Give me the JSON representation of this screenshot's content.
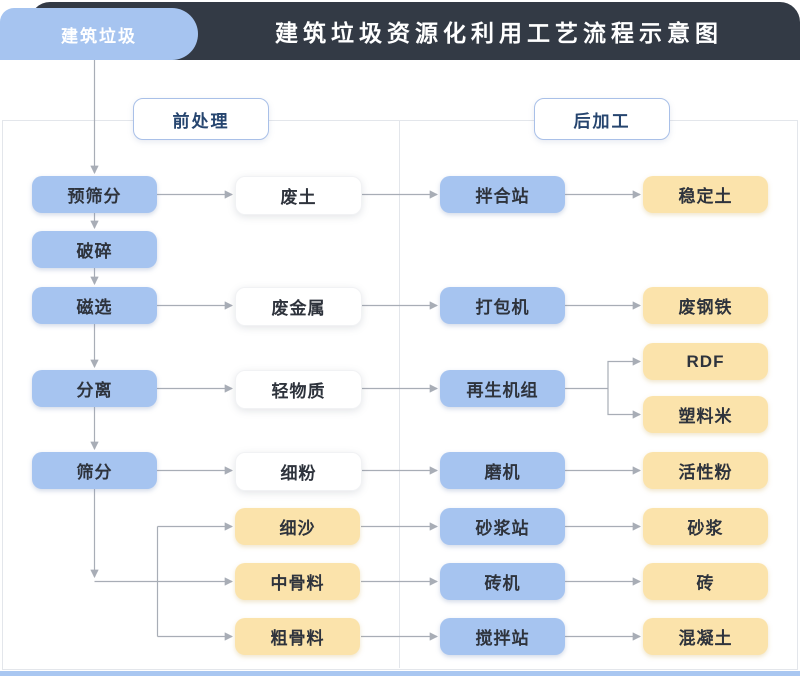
{
  "header": {
    "tab": "建筑垃圾",
    "title": "建筑垃圾资源化利用工艺流程示意图"
  },
  "sections": {
    "pre": "前处理",
    "post": "后加工"
  },
  "nodes": {
    "pre_screen": "预筛分",
    "crush": "破碎",
    "magnetic": "磁选",
    "separate": "分离",
    "screen": "筛分",
    "waste_soil": "废土",
    "waste_metal": "废金属",
    "light_material": "轻物质",
    "fine_powder": "细粉",
    "fine_sand": "细沙",
    "medium_aggregate": "中骨料",
    "coarse_aggregate": "粗骨料",
    "mixing_plant": "拌合站",
    "baler": "打包机",
    "regen_unit": "再生机组",
    "mill": "磨机",
    "mortar_plant": "砂浆站",
    "brick_machine": "砖机",
    "agitator_plant": "搅拌站",
    "stabilized_soil": "稳定土",
    "scrap_steel": "废钢铁",
    "rdf": "RDF",
    "plastic_pellet": "塑料米",
    "active_powder": "活性粉",
    "mortar": "砂浆",
    "brick": "砖",
    "concrete": "混凝土"
  },
  "colors": {
    "header_bar": "#333a45",
    "header_title": "#ffffff",
    "tab_fill": "#a6c4f0",
    "process_fill": "#a6c4f0",
    "product_fill": "#fbe3ab",
    "intermediate_fill": "#ffffff",
    "section_text": "#26456f",
    "node_text": "#2e333c",
    "connector": "#a8adb6",
    "frame_border": "#e3e6eb",
    "bottom_bar": "#a9c7f1"
  }
}
